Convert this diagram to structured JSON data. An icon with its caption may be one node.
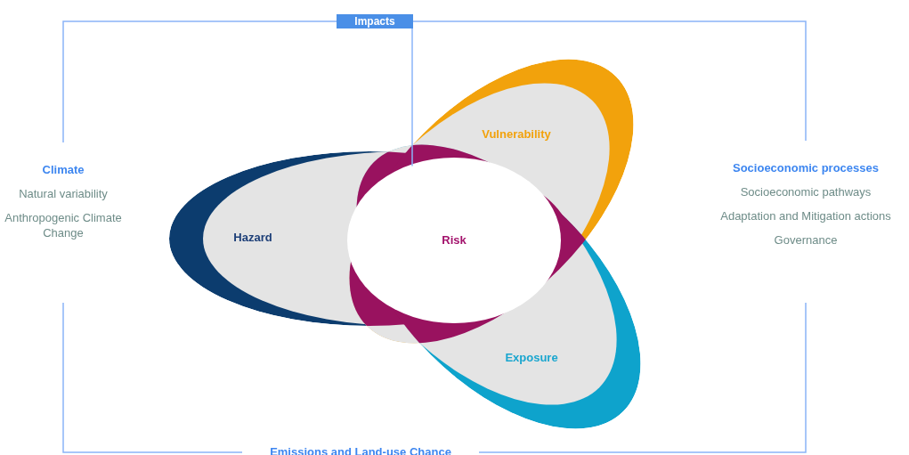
{
  "diagram": {
    "nodes": [
      {
        "text": [
          "Climate",
          "Natural variability",
          "Anthropogenic Climate Change"
        ]
      },
      {
        "text": [
          "Impacts"
        ]
      },
      {
        "text": [
          "Socioeconomic processes",
          "Socioeconomic pathways",
          "Adaptation and Mitigation actions",
          "Governance"
        ]
      },
      {
        "text": [
          "Emissions and Land-use Chance"
        ]
      },
      {
        "text": [
          "Hazard"
        ]
      },
      {
        "text": [
          "Vulnerability"
        ]
      },
      {
        "text": [
          "Exposure"
        ]
      },
      {
        "text": [
          "Risk"
        ]
      }
    ],
    "edges": [
      {
        "from": 0,
        "to": 1,
        "arrow": "none"
      },
      {
        "from": 1,
        "to": 2,
        "arrow": "none"
      },
      {
        "from": 2,
        "to": 3,
        "arrow": "none"
      },
      {
        "from": 3,
        "to": 0,
        "arrow": "none"
      },
      {
        "from": 1,
        "to": 7,
        "arrow": "none"
      }
    ]
  }
}
